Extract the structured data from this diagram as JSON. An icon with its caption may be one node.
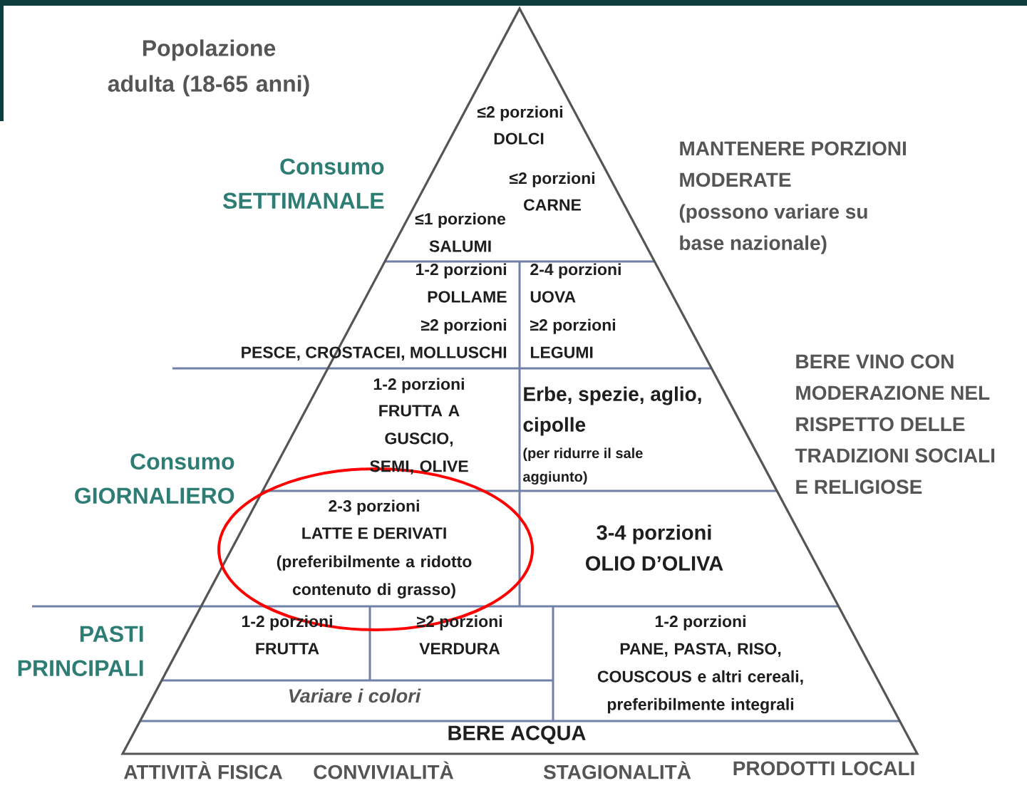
{
  "diagram": {
    "labels": [
      "Popolazione adulta (18-65 anni)",
      "≤2 porzioni",
      "DOLCI",
      "MANTENERE PORZIONI MODERATE",
      "(possono variare su base nazionale)",
      "Consumo SETTIMANALE",
      "≤2 porzioni",
      "CARNE",
      "≤1 porzione",
      "SALUMI",
      "1-2 porzioni",
      "POLLAME",
      "≥2 porzioni",
      "PESCE, CROSTACEI, MOLLUSCHI",
      "2-4 porzioni",
      "UOVA",
      "≥2 porzioni",
      "LEGUMI",
      "BERE VINO CON MODERAZIONE NEL RISPETTO DELLE TRADIZIONI SOCIALI E RELIGIOSE",
      "1-2 porzioni",
      "FRUTTA A GUSCIO, SEMI, OLIVE",
      "Erbe, spezie, aglio, cipolle",
      "(per ridurre il sale aggiunto)",
      "Consumo GIORNALIERO",
      "2-3 porzioni",
      "LATTE E DERIVATI",
      "(preferibilmente a ridotto contenuto di grasso)",
      "3-4 porzioni",
      "OLIO D’OLIVA",
      "PASTI PRINCIPALI",
      "1-2 porzioni",
      "FRUTTA",
      "≥2 porzioni",
      "VERDURA",
      "1-2 porzioni",
      "PANE, PASTA, RISO, COUSCOUS e altri cereali, preferibilmente integrali",
      "Variare i colori",
      "BERE ACQUA",
      "ATTIVITÀ FISICA",
      "CONVIVIALITÀ",
      "STAGIONALITÀ",
      "PRODOTTI LOCALI"
    ]
  }
}
